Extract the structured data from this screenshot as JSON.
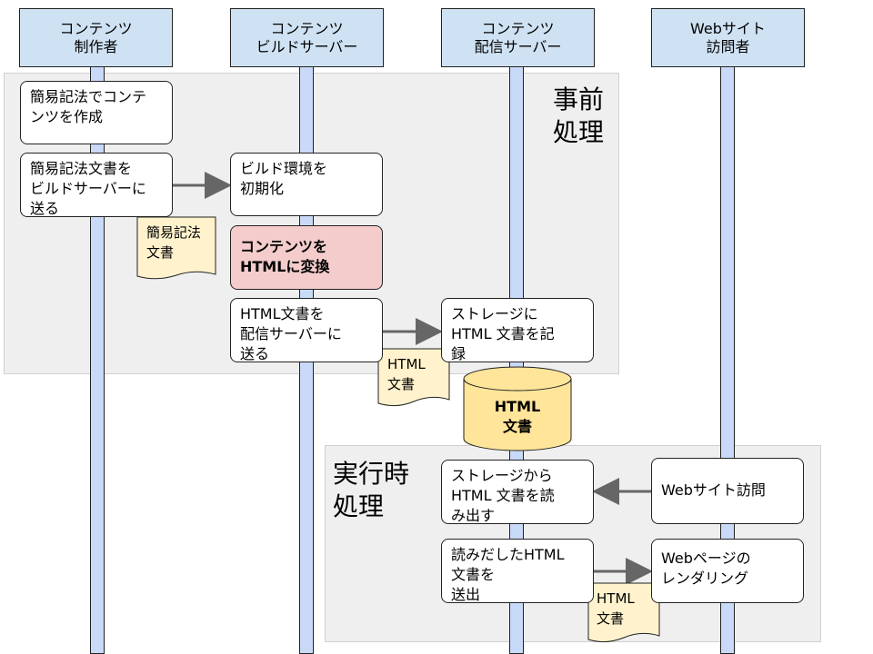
{
  "actors": {
    "creator": "コンテンツ\n制作者",
    "build_server": "コンテンツ\nビルドサーバー",
    "delivery_server": "コンテンツ\n配信サーバー",
    "visitor": "Webサイト\n訪問者"
  },
  "phases": {
    "pre": "事前\n処理",
    "runtime": "実行時\n処理"
  },
  "steps": {
    "write_content": "簡易記法でコンテ\nンツを作成",
    "send_to_build": "簡易記法文書を\nビルドサーバーに\n送る",
    "init_build": "ビルド環境を\n初期化",
    "convert_html": "コンテンツを\nHTMLに変換",
    "send_to_delivery": "HTML文書を\n配信サーバーに\n送る",
    "store_html": "ストレージに\nHTML 文書を記\n録",
    "read_html": "ストレージから\nHTML 文書を読\nみ出す",
    "send_out": "読みだしたHTML\n文書を\n送出",
    "visit_site": "Webサイト訪問",
    "render_page": "Webページの\nレンダリング"
  },
  "documents": {
    "markup_doc": "簡易記法\n文書",
    "html_doc_1": "HTML\n文書",
    "html_doc_2": "HTML\n文書"
  },
  "storage": {
    "label": "HTML\n文書"
  },
  "colors": {
    "lifeline": "#c9daf8",
    "header": "#cfe2f3",
    "highlight": "#f4cccc",
    "document": "#fff2cc",
    "arrow": "#666666",
    "phase_bg": "#efefef"
  }
}
